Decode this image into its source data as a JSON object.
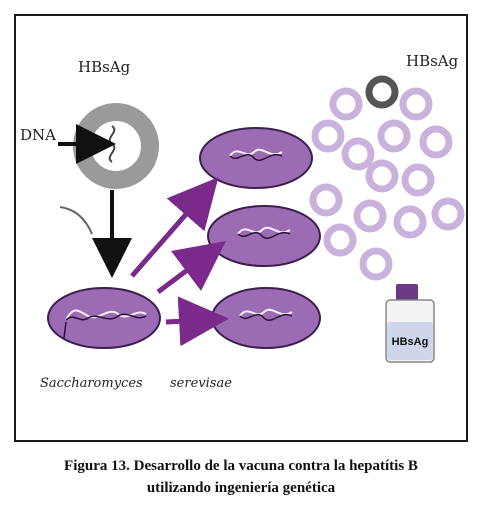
{
  "labels": {
    "hbsag_left": "HBsAg",
    "hbsag_right": "HBsAg",
    "dna": "DNA",
    "organism_genus": "Saccharomyces",
    "organism_species": "serevisae",
    "vial": "HBsAg"
  },
  "caption": {
    "line1": "Figura 13. Desarrollo de la vacuna  contra la hepatítis B",
    "line2": "utilizando ingeniería genética"
  },
  "colors": {
    "cell_fill": "#9b6bb3",
    "cell_stroke": "#3d1f4f",
    "arrow": "#7a2a8a",
    "particle_ring": "#c9b3dc",
    "plasmid_ring": "#9a9a9a",
    "dark_particle": "#555555"
  }
}
